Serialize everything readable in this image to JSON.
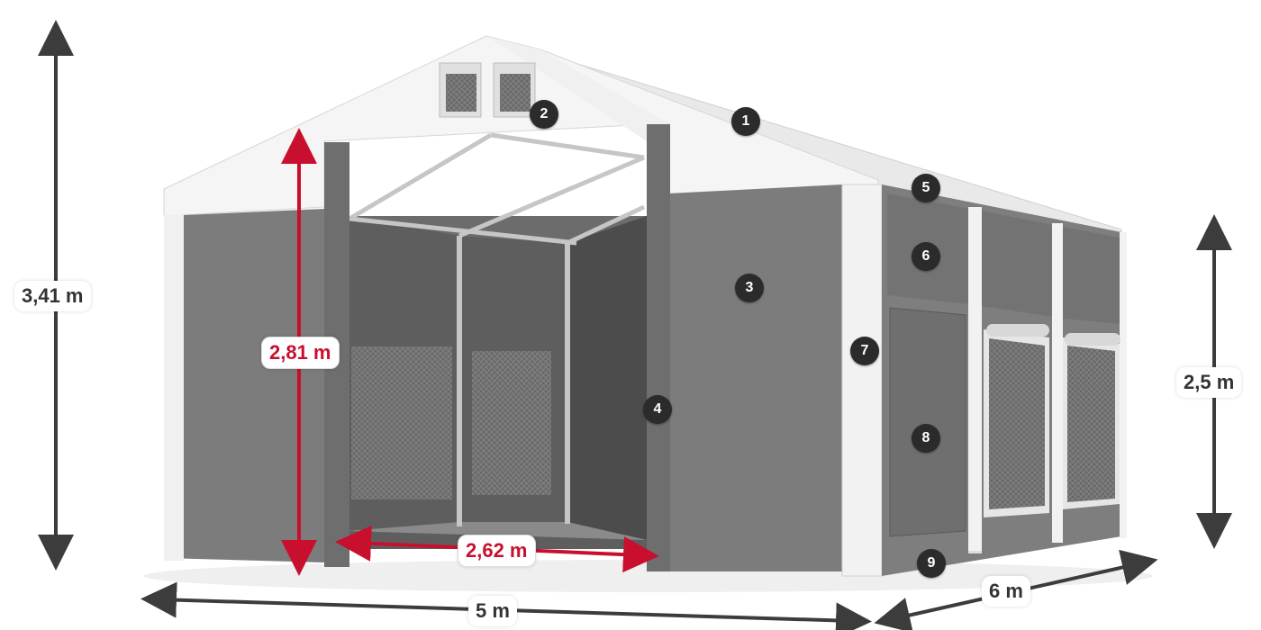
{
  "dimensions": {
    "total_height": "3,41 m",
    "door_height": "2,81 m",
    "door_width": "2,62 m",
    "side_height": "2,5 m",
    "length": "6 m",
    "width": "5 m"
  },
  "callouts": [
    "1",
    "2",
    "3",
    "4",
    "5",
    "6",
    "7",
    "8",
    "9"
  ],
  "colors": {
    "roof": "#f4f4f4",
    "wall": "#7c7c7c",
    "interior": "#5e5e5e",
    "accent_red": "#c8102e",
    "arrow": "#3c3c3c"
  }
}
